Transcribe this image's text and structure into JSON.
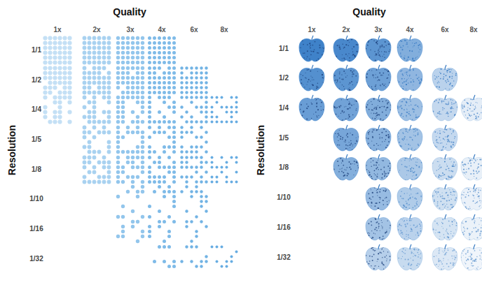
{
  "diagram": {
    "labels": [
      "Quality",
      "1x",
      "2x",
      "3x",
      "4x",
      "6x",
      "8x",
      "1/1",
      "1/2",
      "1/4",
      "1/5",
      "1/8",
      "1/10",
      "1/16",
      "1/32",
      "Resolution",
      "Quality",
      "1x",
      "2x",
      "3x",
      "4x",
      "6x",
      "8x",
      "1/1",
      "1/2",
      "1/4",
      "1/5",
      "1/8",
      "1/10",
      "1/16",
      "1/32",
      "Resolution"
    ]
  }
}
